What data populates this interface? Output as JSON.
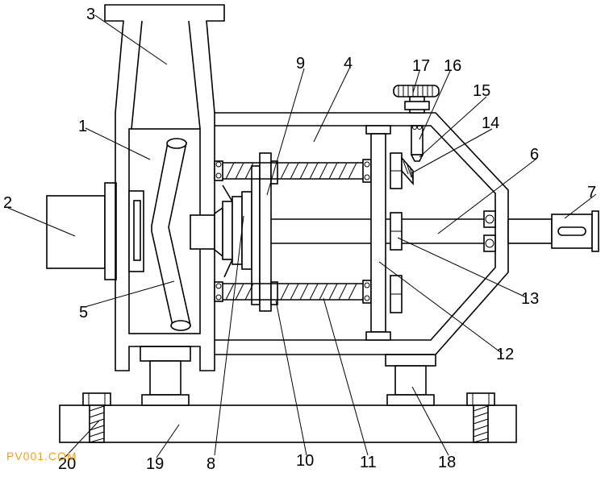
{
  "labels": {
    "l1": "1",
    "l2": "2",
    "l3": "3",
    "l4": "4",
    "l5": "5",
    "l6": "6",
    "l7": "7",
    "l8": "8",
    "l9": "9",
    "l10": "10",
    "l11": "11",
    "l12": "12",
    "l13": "13",
    "l14": "14",
    "l15": "15",
    "l16": "16",
    "l17": "17",
    "l18": "18",
    "l19": "19",
    "l20": "20"
  },
  "watermark": "PV001.COM"
}
